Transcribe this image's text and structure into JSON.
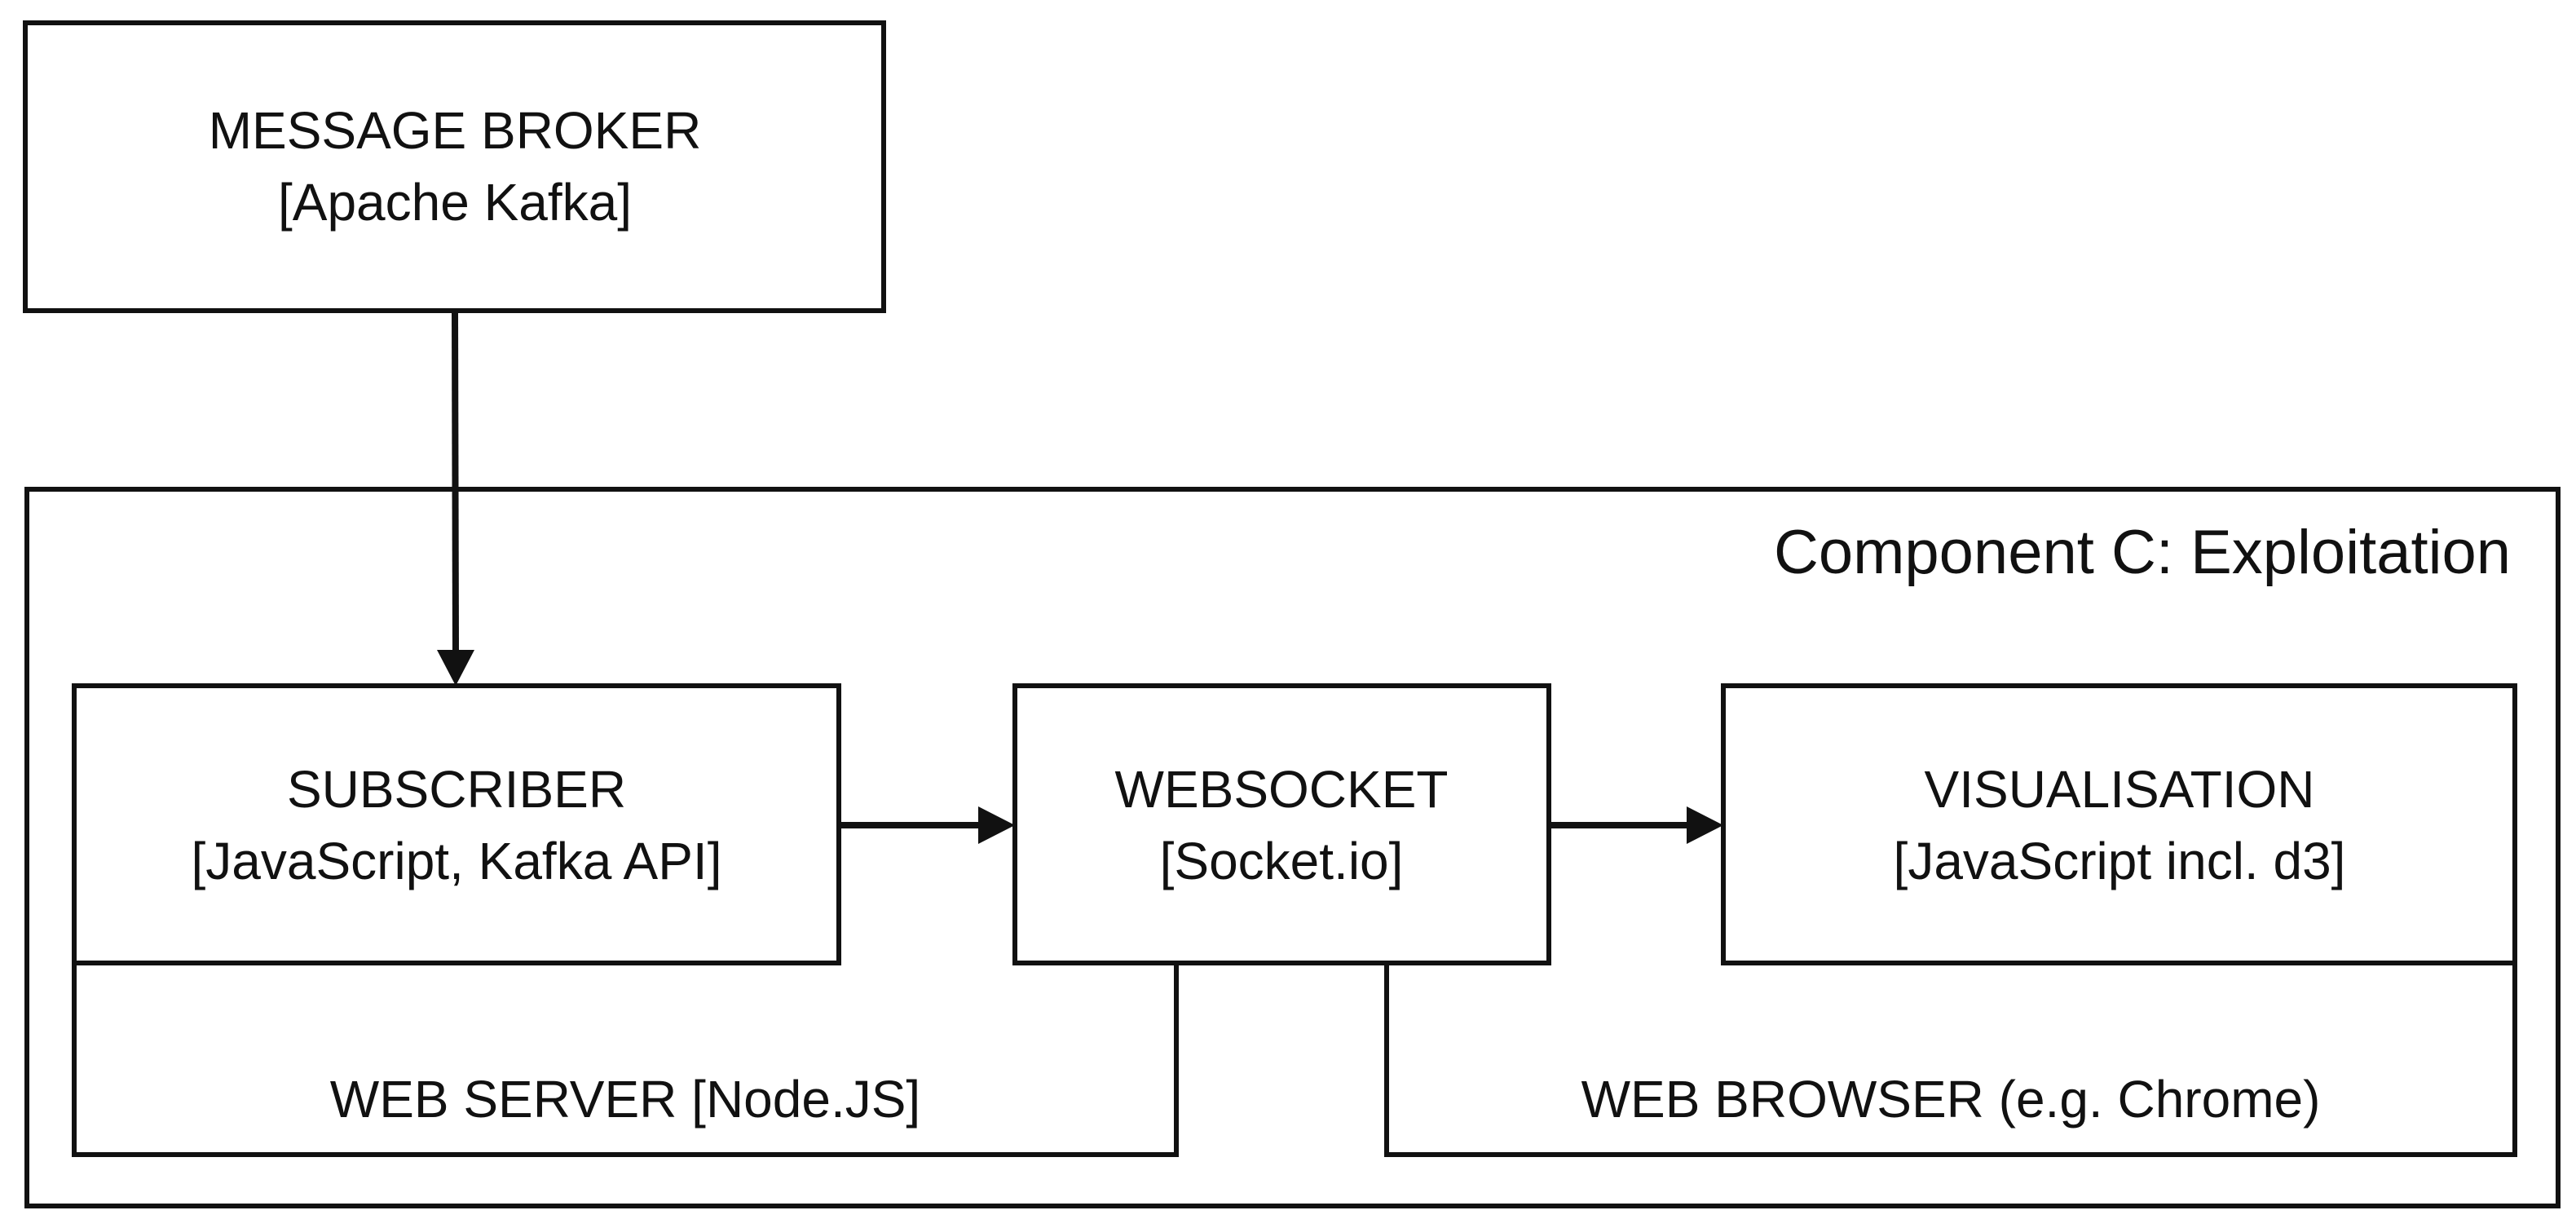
{
  "broker": {
    "title": "MESSAGE BROKER",
    "subtitle": "[Apache Kafka]"
  },
  "component": {
    "title": "Component C: Exploitation"
  },
  "subscriber": {
    "title": "SUBSCRIBER",
    "subtitle": "[JavaScript, Kafka API]"
  },
  "websocket": {
    "title": "WEBSOCKET",
    "subtitle": "[Socket.io]"
  },
  "visualisation": {
    "title": "VISUALISATION",
    "subtitle": "[JavaScript incl. d3]"
  },
  "web_server": {
    "label": "WEB SERVER [Node.JS]"
  },
  "web_browser": {
    "label": "WEB BROWSER (e.g. Chrome)"
  },
  "colors": {
    "stroke": "#111111",
    "background": "#ffffff"
  }
}
